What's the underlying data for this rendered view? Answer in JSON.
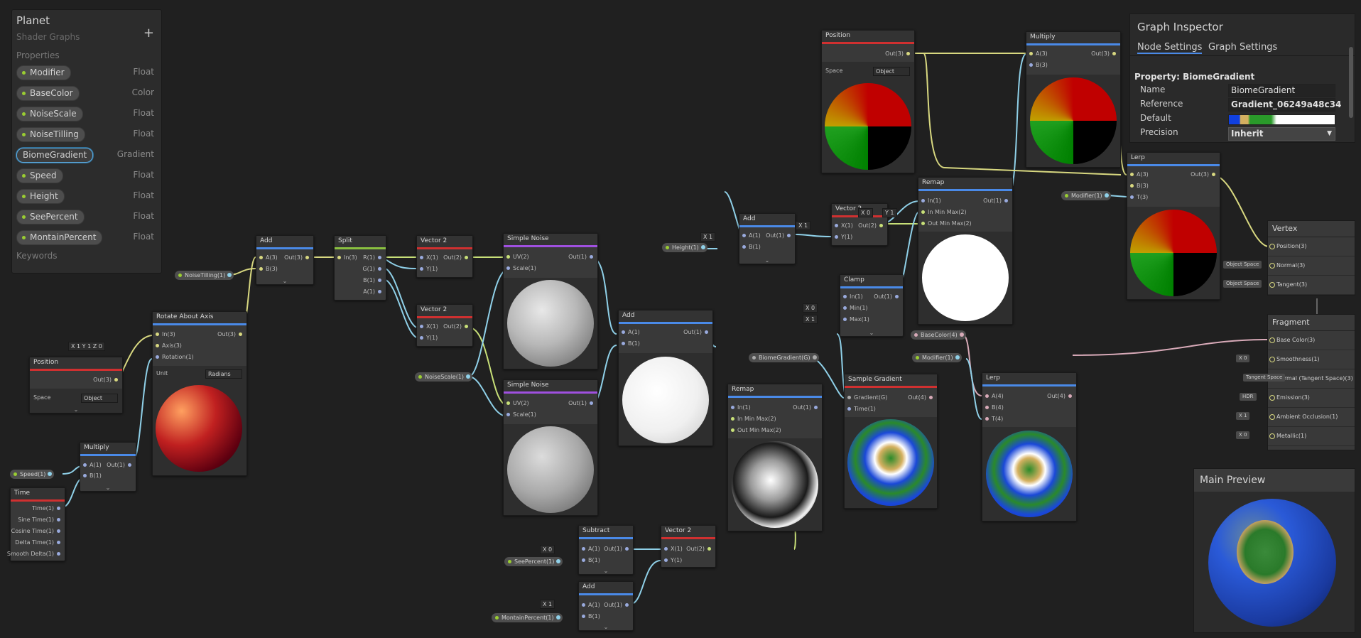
{
  "blackboard": {
    "title": "Planet",
    "subtitle": "Shader Graphs",
    "add_label": "+",
    "properties_label": "Properties",
    "keywords_label": "Keywords",
    "properties": [
      {
        "name": "Modifier",
        "type": "Float"
      },
      {
        "name": "BaseColor",
        "type": "Color"
      },
      {
        "name": "NoiseScale",
        "type": "Float"
      },
      {
        "name": "NoiseTilling",
        "type": "Float"
      },
      {
        "name": "BiomeGradient",
        "type": "Gradient",
        "selected": true
      },
      {
        "name": "Speed",
        "type": "Float"
      },
      {
        "name": "Height",
        "type": "Float"
      },
      {
        "name": "SeePercent",
        "type": "Float"
      },
      {
        "name": "MontainPercent",
        "type": "Float"
      }
    ]
  },
  "inspector": {
    "title": "Graph Inspector",
    "tabs": [
      "Node Settings",
      "Graph Settings"
    ],
    "property_header": "Property: BiomeGradient",
    "rows": [
      {
        "label": "Name",
        "value": "BiomeGradient"
      },
      {
        "label": "Reference",
        "value": "Gradient_06249a48c34"
      },
      {
        "label": "Default",
        "value": ""
      },
      {
        "label": "Precision",
        "value": "Inherit"
      }
    ]
  },
  "main_preview": {
    "title": "Main Preview"
  },
  "master": {
    "vertex": {
      "title": "Vertex",
      "ports": [
        "Position(3)",
        "Normal(3)",
        "Tangent(3)"
      ],
      "side": [
        "Object Space",
        "Object Space"
      ]
    },
    "fragment": {
      "title": "Fragment",
      "ports": [
        "Base Color(3)",
        "Smoothness(1)",
        "Normal (Tangent Space)(3)",
        "Emission(3)",
        "Ambient Occlusion(1)",
        "Metallic(1)"
      ],
      "side": [
        "X  0",
        "Tangent Space",
        "HDR",
        "X  1",
        "X  0"
      ]
    }
  },
  "nodes": {
    "position_a": {
      "title": "Position",
      "out": "Out(3)",
      "space_label": "Space",
      "space_value": "Object"
    },
    "rotate": {
      "title": "Rotate About Axis",
      "in": [
        "In(3)",
        "Axis(3)",
        "Rotation(1)"
      ],
      "out": "Out(3)",
      "unit_label": "Unit",
      "unit_value": "Radians"
    },
    "multiply_a": {
      "title": "Multiply",
      "in": [
        "A(1)",
        "B(1)"
      ],
      "out": "Out(1)"
    },
    "time": {
      "title": "Time",
      "outs": [
        "Time(1)",
        "Sine Time(1)",
        "Cosine Time(1)",
        "Delta Time(1)",
        "Smooth Delta(1)"
      ]
    },
    "add_a": {
      "title": "Add",
      "in": [
        "A(3)",
        "B(3)"
      ],
      "out": "Out(3)"
    },
    "split": {
      "title": "Split",
      "in": "In(3)",
      "outs": [
        "R(1)",
        "G(1)",
        "B(1)",
        "A(1)"
      ]
    },
    "vec2_a": {
      "title": "Vector 2",
      "in": [
        "X(1)",
        "Y(1)"
      ],
      "out": "Out(2)"
    },
    "vec2_b": {
      "title": "Vector 2",
      "in": [
        "X(1)",
        "Y(1)"
      ],
      "out": "Out(2)"
    },
    "noise_a": {
      "title": "Simple Noise",
      "in": [
        "UV(2)",
        "Scale(1)"
      ],
      "out": "Out(1)"
    },
    "noise_b": {
      "title": "Simple Noise",
      "in": [
        "UV(2)",
        "Scale(1)"
      ],
      "out": "Out(1)"
    },
    "add_b": {
      "title": "Add",
      "in": [
        "A(1)",
        "B(1)"
      ],
      "out": "Out(1)"
    },
    "remap_a": {
      "title": "Remap",
      "in": [
        "In(1)",
        "In Min Max(2)",
        "Out Min Max(2)"
      ],
      "out": "Out(1)"
    },
    "subtract": {
      "title": "Subtract",
      "in": [
        "A(1)",
        "B(1)"
      ],
      "out": "Out(1)"
    },
    "add_c": {
      "title": "Add",
      "in": [
        "A(1)",
        "B(1)"
      ],
      "out": "Out(1)"
    },
    "vec2_c": {
      "title": "Vector 2",
      "in": [
        "X(1)",
        "Y(1)"
      ],
      "out": "Out(2)"
    },
    "sample_gradient": {
      "title": "Sample Gradient",
      "in": [
        "Gradient(G)",
        "Time(1)"
      ],
      "out": "Out(4)"
    },
    "clamp": {
      "title": "Clamp",
      "in": [
        "In(1)",
        "Min(1)",
        "Max(1)"
      ],
      "out": "Out(1)"
    },
    "add_d": {
      "title": "Add",
      "in": [
        "A(1)",
        "B(1)"
      ],
      "out": "Out(1)"
    },
    "vec2_d": {
      "title": "Vector 2",
      "in": [
        "X(1)",
        "Y(1)"
      ],
      "out": "Out(2)"
    },
    "remap_b": {
      "title": "Remap",
      "in": [
        "In(1)",
        "In Min Max(2)",
        "Out Min Max(2)"
      ],
      "out": "Out(1)"
    },
    "position_b": {
      "title": "Position",
      "out": "Out(3)",
      "space_label": "Space",
      "space_value": "Object"
    },
    "multiply_b": {
      "title": "Multiply",
      "in": [
        "A(3)",
        "B(3)"
      ],
      "out": "Out(3)"
    },
    "lerp_a": {
      "title": "Lerp",
      "in": [
        "A(3)",
        "B(3)",
        "T(3)"
      ],
      "out": "Out(3)"
    },
    "lerp_b": {
      "title": "Lerp",
      "in": [
        "A(4)",
        "B(4)",
        "T(4)"
      ],
      "out": "Out(4)"
    }
  },
  "chips": {
    "noise_tilling": "NoiseTilling(1)",
    "noise_scale": "NoiseScale(1)",
    "speed": "Speed(1)",
    "height": "Height(1)",
    "see_percent": "SeePercent(1)",
    "montain_percent": "MontainPercent(1)",
    "biome_gradient": "BiomeGradient(G)",
    "base_color": "BaseColor(4)",
    "modifier_a": "Modifier(1)",
    "modifier_b": "Modifier(1)"
  },
  "vinputs": {
    "axis": "X  1    Y  1    Z  0",
    "add_d_a": "X  1",
    "add_d_b": "X  1",
    "vec2_d_x": "X  0",
    "vec2_d_y": "Y  1",
    "clamp_min": "X  0",
    "clamp_max": "X  1",
    "sub_a": "X  0",
    "add_c_a": "X  1"
  }
}
